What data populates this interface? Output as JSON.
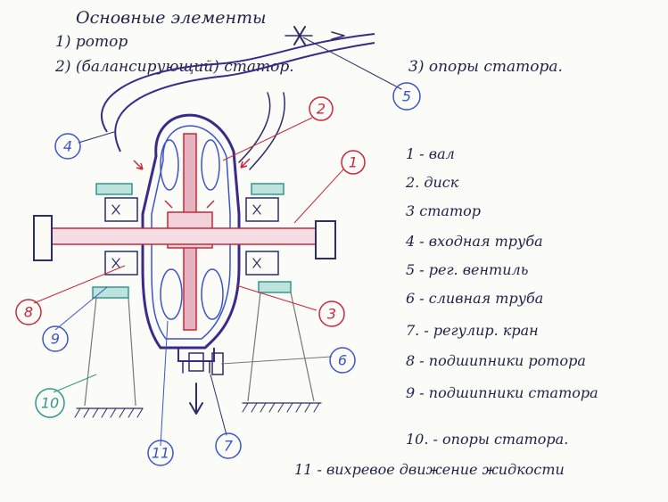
{
  "title": "Основные элементы",
  "header_items": [
    "1) ротор",
    "2) (балансирующий) статор.",
    "3) опоры статора."
  ],
  "legend": [
    "1 - вал",
    "2. диск",
    "3 статор",
    "4 - входная труба",
    "5 - рег. вентиль",
    "6 - сливная труба",
    "7. - регулир. кран",
    "8 - подшипники ротора",
    "9 - подшипники статора",
    "10. - опоры статора.",
    "11 - вихревое движение жидкости"
  ],
  "callouts": {
    "c1": "1",
    "c2": "2",
    "c3": "3",
    "c4": "4",
    "c5": "5",
    "c6": "6",
    "c7": "7",
    "c8": "8",
    "c9": "9",
    "c10": "10",
    "c11": "11"
  },
  "colors": {
    "ink": "#2d2d6a",
    "purple": "#3a2a8a",
    "red": "#c8283a",
    "blue": "#3b55c9",
    "teal": "#2f9a8c"
  }
}
